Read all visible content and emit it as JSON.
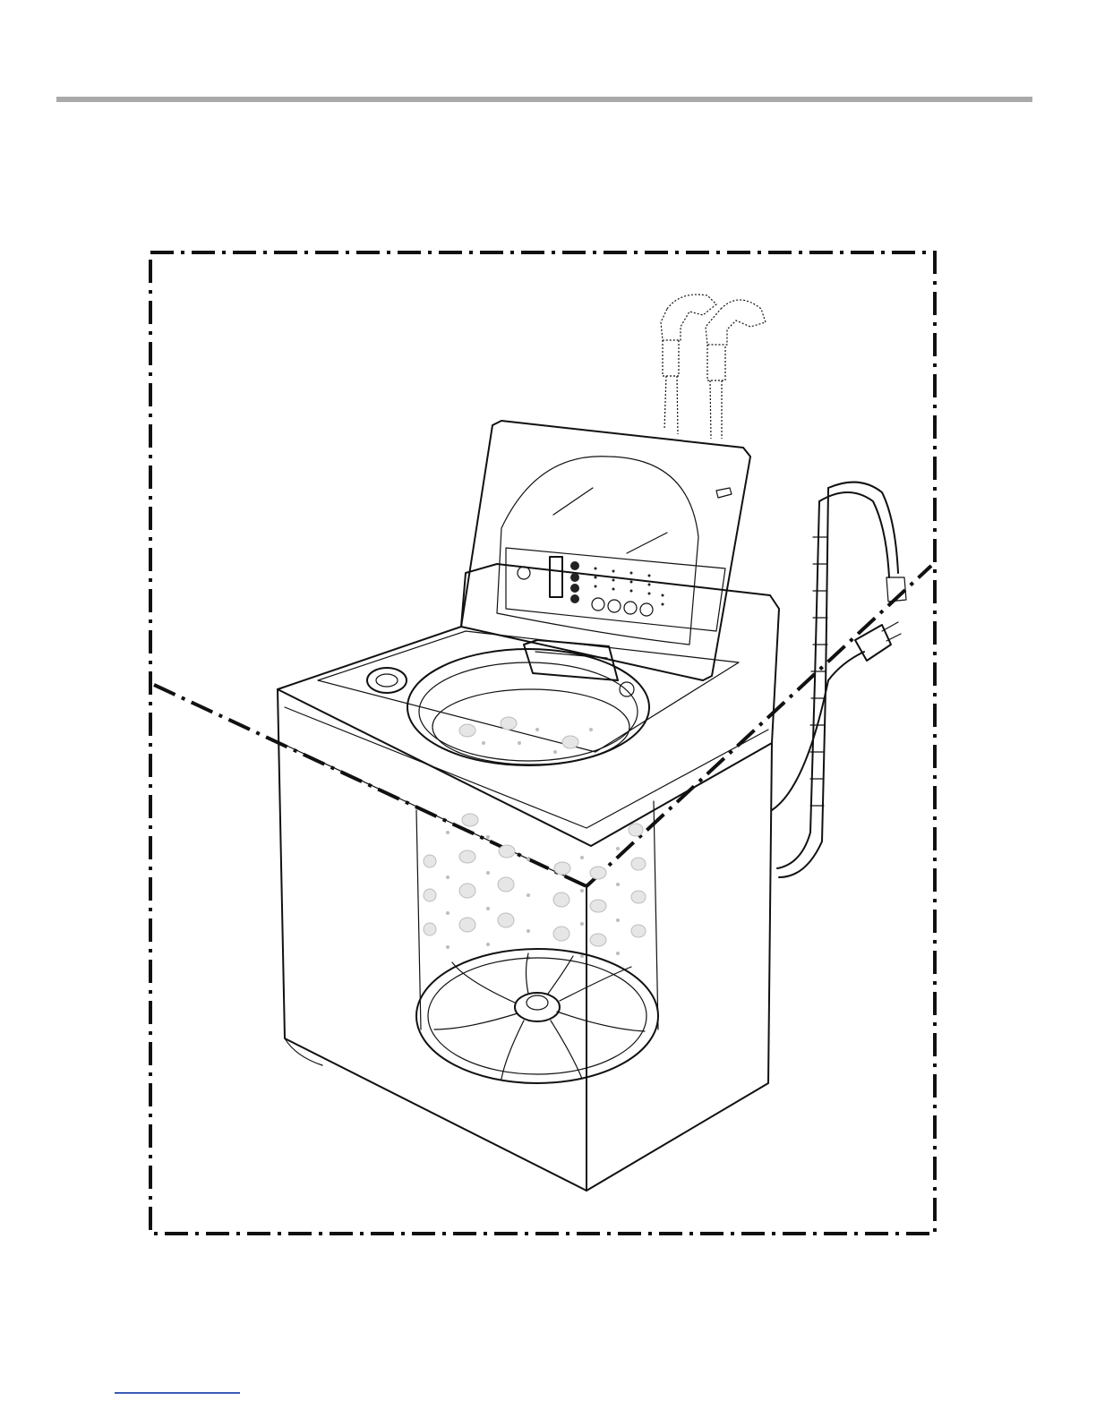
{
  "page": {
    "header_rule": "header-divider",
    "footer_link": "footer-link"
  },
  "figure": {
    "subject": "washing-machine-cutaway-icon",
    "boundary": "dash-dot-boundary-line",
    "colors": {
      "line": "#111111",
      "rule": "#a9a9a9",
      "link": "#3b5bb5",
      "hole_fill": "#e6e6e6"
    }
  }
}
